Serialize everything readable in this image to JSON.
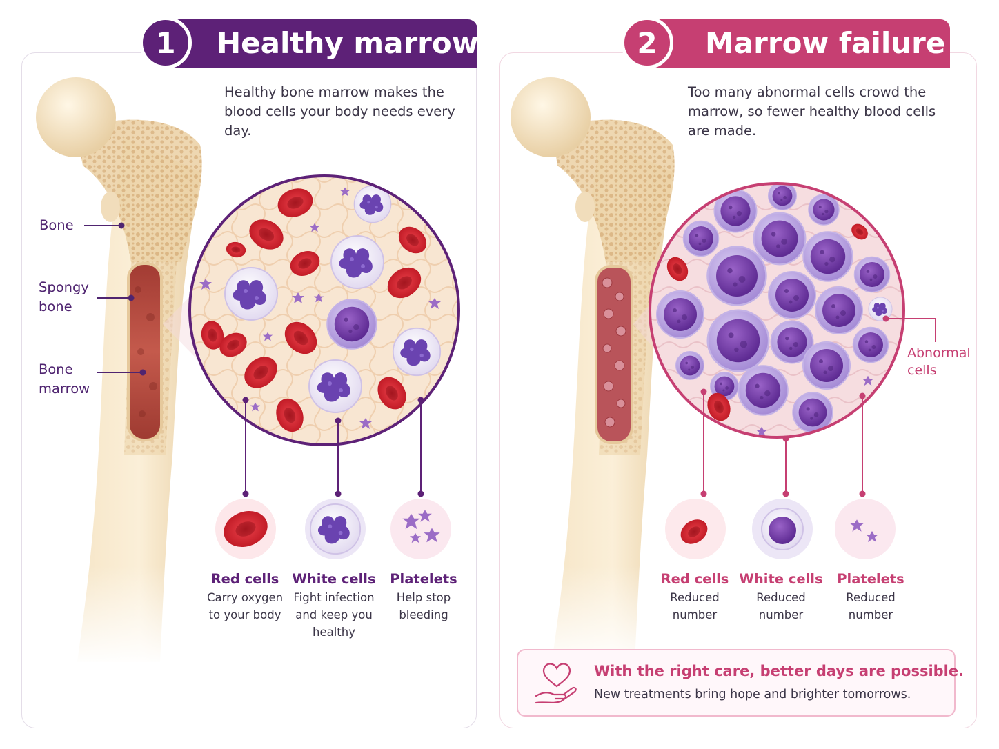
{
  "panel1": {
    "number": "1",
    "title": "Healthy marrow",
    "intro": "Healthy bone marrow makes the blood cells your body needs every day.",
    "labels": {
      "bone": "Bone",
      "spongy_line1": "Spongy",
      "spongy_line2": "bone",
      "marrow_line1": "Bone",
      "marrow_line2": "marrow"
    },
    "cells": [
      {
        "name": "Red cells",
        "desc1": "Carry oxygen",
        "desc2": "to your body",
        "desc3": ""
      },
      {
        "name": "White cells",
        "desc1": "Fight infection",
        "desc2": "and keep you",
        "desc3": "healthy"
      },
      {
        "name": "Platelets",
        "desc1": "Help stop",
        "desc2": "bleeding",
        "desc3": ""
      }
    ]
  },
  "panel2": {
    "number": "2",
    "title": "Marrow failure",
    "intro": "Too many abnormal cells crowd the marrow, so fewer healthy blood cells are made.",
    "abnormal_line1": "Abnormal",
    "abnormal_line2": "cells",
    "cells": [
      {
        "name": "Red cells",
        "desc1": "Reduced",
        "desc2": "number"
      },
      {
        "name": "White cells",
        "desc1": "Reduced",
        "desc2": "number"
      },
      {
        "name": "Platelets",
        "desc1": "Reduced",
        "desc2": "number"
      }
    ]
  },
  "hope": {
    "title": "With the right care, better days are possible.",
    "subtitle": "New treatments bring hope and brighter tomorrows.",
    "icon": "heart-hand-icon"
  },
  "colors": {
    "purple": "#5d2177",
    "pink": "#c63f72",
    "red_cell": "#d62a34",
    "white_cell": "#7a54b8",
    "bone": "#f3dfbd"
  }
}
